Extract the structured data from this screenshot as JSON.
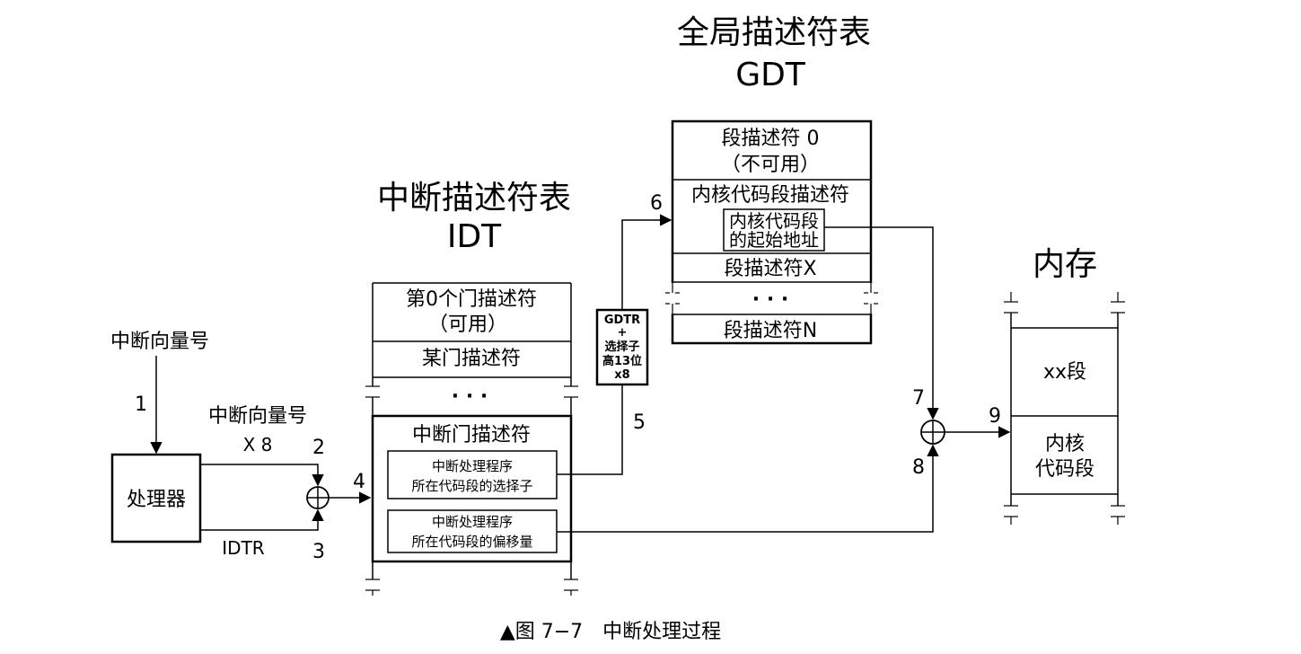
{
  "gdt": {
    "title": "全局描述符表",
    "subtitle": "GDT",
    "row0_line1": "段描述符 0",
    "row0_line2": "（不可用）",
    "row1": "内核代码段描述符",
    "inner_line1": "内核代码段",
    "inner_line2": "的起始地址",
    "row2": "段描述符X",
    "dots": "· · ·",
    "rowN": "段描述符N"
  },
  "idt": {
    "title": "中断描述符表",
    "subtitle": "IDT",
    "row0_line1": "第0个门描述符",
    "row0_line2": "（可用）",
    "row1": "某门描述符",
    "dots": "· · ·",
    "gate_title": "中断门描述符",
    "sel_line1": "中断处理程序",
    "sel_line2": "所在代码段的选择子",
    "off_line1": "中断处理程序",
    "off_line2": "所在代码段的偏移量"
  },
  "memory": {
    "title": "内存",
    "seg_xx": "xx段",
    "seg_kernel_line1": "内核",
    "seg_kernel_line2": "代码段"
  },
  "processor": {
    "label": "处理器"
  },
  "labels": {
    "vector_top": "中断向量号",
    "vector_mid": "中断向量号",
    "x8": "X 8",
    "idtr": "IDTR",
    "gdtr_line1": "GDTR",
    "gdtr_line2": "+",
    "gdtr_line3": "选择子",
    "gdtr_line4": "高13位",
    "gdtr_line5": "x8"
  },
  "steps": [
    "1",
    "2",
    "3",
    "4",
    "5",
    "6",
    "7",
    "8",
    "9"
  ],
  "caption": "▲图 7−7　中断处理过程"
}
